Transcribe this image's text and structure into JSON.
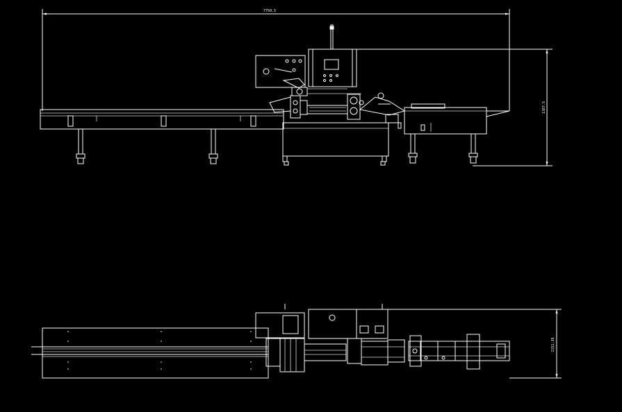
{
  "drawing": {
    "background": "#000000",
    "line_color": "#ffffff",
    "elevation_view": {
      "overall_length_label": "7750.5",
      "overall_height_label": "1387.5"
    },
    "plan_view": {
      "overall_width_label": "1151.35"
    }
  }
}
